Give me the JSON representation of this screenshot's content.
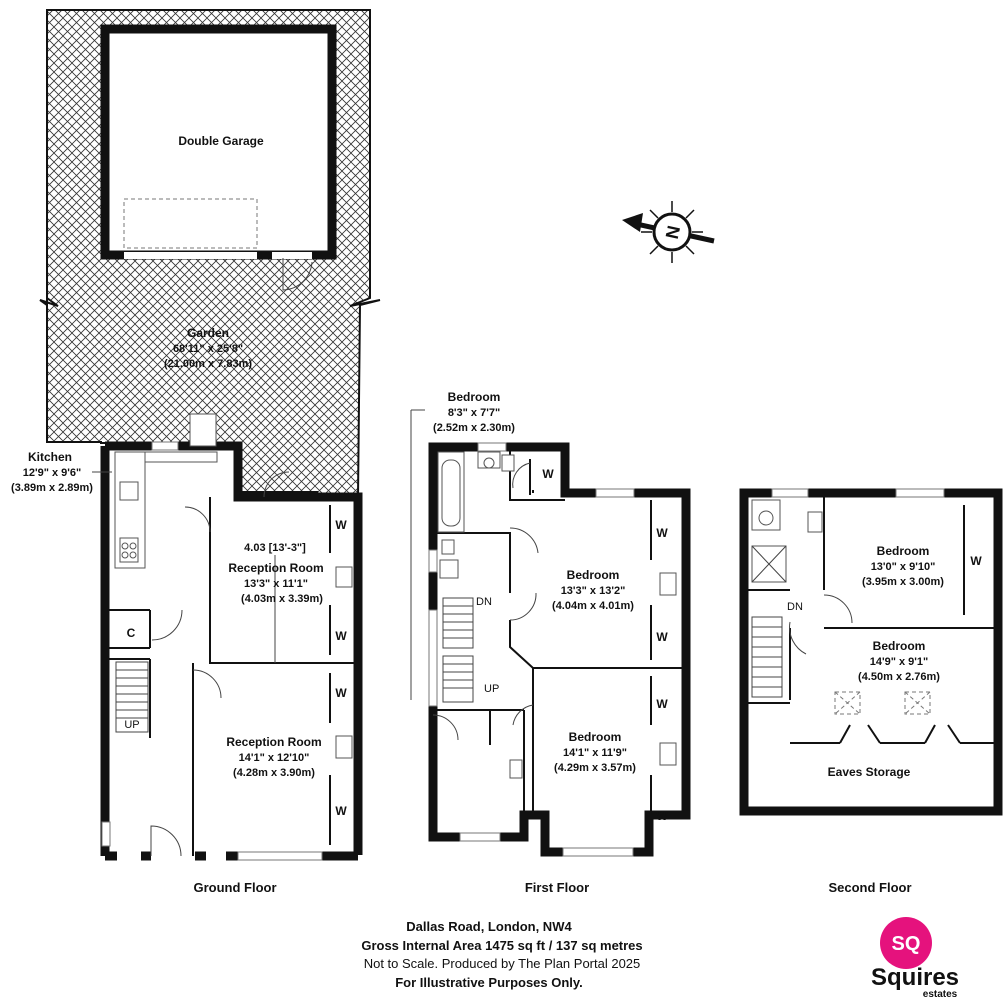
{
  "garage": {
    "name": "Double Garage"
  },
  "garden": {
    "name": "Garden",
    "dim_imperial": "68'11\" x 25'8\"",
    "dim_metric": "(21.00m x 7.83m)"
  },
  "kitchen": {
    "name": "Kitchen",
    "dim_imperial": "12'9\" x 9'6\"",
    "dim_metric": "(3.89m x 2.89m)"
  },
  "ground": {
    "title": "Ground Floor",
    "cupboard": "C",
    "wardrobe": "W",
    "up_label": "UP",
    "reception1": {
      "name": "Reception Room",
      "dim_imperial": "13'3\" x 11'1\"",
      "dim_metric": "(4.03m x 3.39m)",
      "measure": "4.03 [13'-3\"]"
    },
    "reception2": {
      "name": "Reception Room",
      "dim_imperial": "14'1\" x 12'10\"",
      "dim_metric": "(4.28m x 3.90m)"
    }
  },
  "first": {
    "title": "First Floor",
    "dn_label": "DN",
    "up_label": "UP",
    "bedroom_small": {
      "name": "Bedroom",
      "dim_imperial": "8'3\" x 7'7\"",
      "dim_metric": "(2.52m x 2.30m)"
    },
    "bedroom_a": {
      "name": "Bedroom",
      "dim_imperial": "13'3\" x 13'2\"",
      "dim_metric": "(4.04m x 4.01m)"
    },
    "bedroom_b": {
      "name": "Bedroom",
      "dim_imperial": "14'1\" x 11'9\"",
      "dim_metric": "(4.29m x 3.57m)"
    }
  },
  "second": {
    "title": "Second Floor",
    "dn_label": "DN",
    "bedroom_a": {
      "name": "Bedroom",
      "dim_imperial": "13'0\" x 9'10\"",
      "dim_metric": "(3.95m x 3.00m)"
    },
    "bedroom_b": {
      "name": "Bedroom",
      "dim_imperial": "14'9\" x 9'1\"",
      "dim_metric": "(4.50m x 2.76m)"
    },
    "eaves": "Eaves Storage"
  },
  "compass": {
    "letter": "N"
  },
  "footer": {
    "address": "Dallas Road, London, NW4",
    "area": "Gross Internal Area 1475 sq ft / 137 sq metres",
    "scale_note": "Not to Scale. Produced by The Plan Portal 2025",
    "illustrative": "For Illustrative Purposes Only."
  },
  "logo": {
    "initials": "SQ",
    "name": "Squires",
    "sub": "estates",
    "brand_color": "#e5127d"
  }
}
